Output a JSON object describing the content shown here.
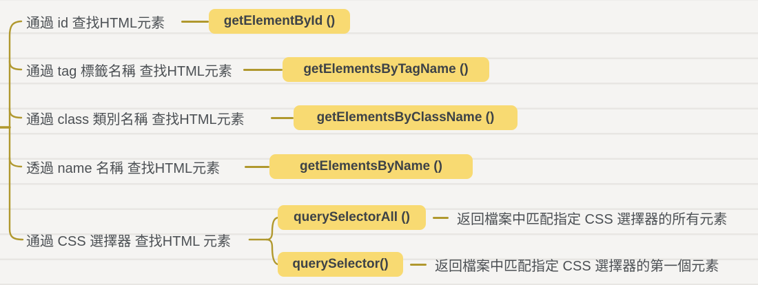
{
  "colors": {
    "connector": "#b0982e",
    "node_bg": "#f8da72",
    "node_text": "#3d4247",
    "label_text": "#4c5054",
    "paper_bg": "#f5f4f2"
  },
  "tree": {
    "branches": [
      {
        "label": "通過 id 查找HTML元素",
        "node": "getElementById ()"
      },
      {
        "label": "通過 tag 標籤名稱 查找HTML元素",
        "node": "getElementsByTagName ()"
      },
      {
        "label": "通過 class 類別名稱 查找HTML元素",
        "node": "getElementsByClassName ()"
      },
      {
        "label": "透過 name 名稱 查找HTML元素",
        "node": "getElementsByName ()"
      },
      {
        "label": "通過 CSS 選擇器 查找HTML 元素",
        "children": [
          {
            "node": "querySelectorAll ()",
            "desc": "返回檔案中匹配指定 CSS 選擇器的所有元素"
          },
          {
            "node": "querySelector()",
            "desc": "返回檔案中匹配指定 CSS 選擇器的第一個元素"
          }
        ]
      }
    ]
  }
}
